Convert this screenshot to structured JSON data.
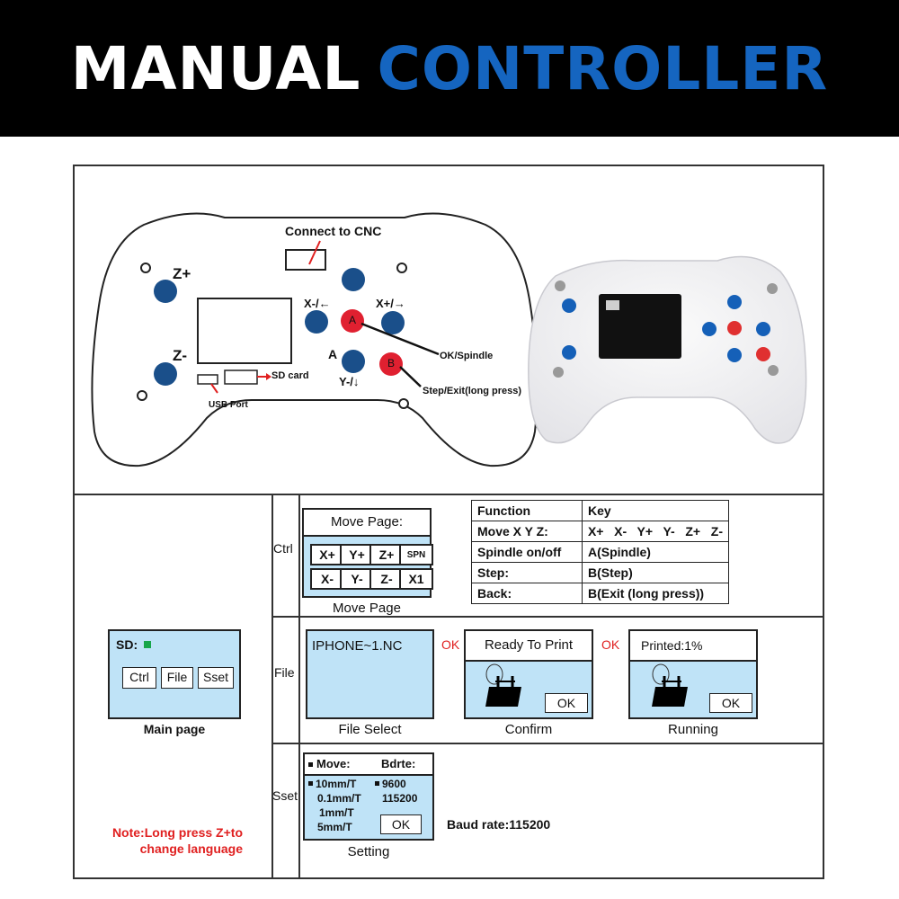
{
  "banner": {
    "word1": "MANUAL",
    "word2": "CONTROLLER"
  },
  "diagram": {
    "connect": "Connect to CNC",
    "zplus": "Z+",
    "zminus": "Z-",
    "xminus": "X-/←",
    "xplus": "X+/→",
    "a_side": "A",
    "yminus": "Y-/↓",
    "btn_a": "A",
    "btn_b": "B",
    "ok_spindle": "OK/Spindle",
    "step_exit": "Step/Exit(long press)",
    "sd_card": "SD card",
    "usb_port": "USB Port"
  },
  "main_page": {
    "sd": "SD:",
    "btn_ctrl": "Ctrl",
    "btn_file": "File",
    "btn_sset": "Sset",
    "caption": "Main page"
  },
  "note": {
    "line1": "Note:Long press Z+to",
    "line2": "change language"
  },
  "rows": {
    "ctrl": "Ctrl",
    "file": "File",
    "sset": "Sset"
  },
  "move_page": {
    "title": "Move Page:",
    "keys_top": [
      "X+",
      "Y+",
      "Z+",
      "SPN"
    ],
    "keys_bottom": [
      "X-",
      "Y-",
      "Z-",
      "X1"
    ],
    "caption": "Move Page"
  },
  "function_table": {
    "header": [
      "Function",
      "Key"
    ],
    "rows": [
      [
        "Move X Y Z:",
        "X+   X-   Y+   Y-   Z+   Z-"
      ],
      [
        "Spindle on/off",
        "A(Spindle)"
      ],
      [
        "Step:",
        "B(Step)"
      ],
      [
        "Back:",
        "B(Exit (long press))"
      ]
    ]
  },
  "file_row": {
    "file_name": "IPHONE~1.NC",
    "file_caption": "File Select",
    "ok1": "OK",
    "confirm_title": "Ready To Print",
    "confirm_ok": "OK",
    "confirm_caption": "Confirm",
    "ok2": "OK",
    "running_title": "Printed:1%",
    "running_ok": "OK",
    "running_caption": "Running"
  },
  "setting": {
    "move_head": "Move:",
    "bdrte_head": "Bdrte:",
    "moves": [
      "10mm/T",
      "0.1mm/T",
      "1mm/T",
      "5mm/T"
    ],
    "bauds": [
      "9600",
      "115200"
    ],
    "ok": "OK",
    "caption": "Setting",
    "baud_note": "Baud rate:115200"
  },
  "colors": {
    "accent": "#1565c0",
    "button_blue": "#1a4f8a",
    "button_red": "#e02030",
    "lcd": "#bfe3f7",
    "ok_red": "#e02020",
    "note_red": "#e02020"
  }
}
